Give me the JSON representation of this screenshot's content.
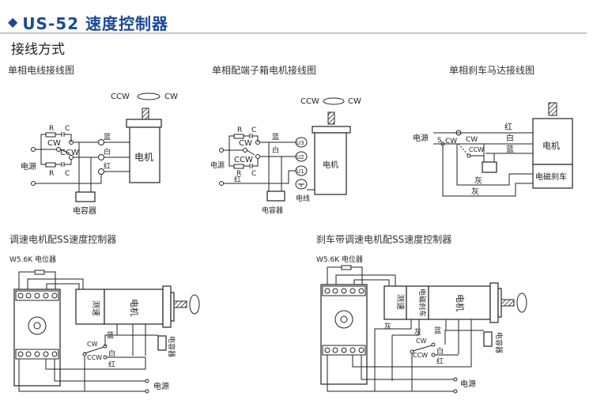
{
  "header": {
    "icon": "diamond",
    "title": "US-52 速度控制器",
    "accent_color": "#1a4a96"
  },
  "section_title": "接线方式",
  "diagrams": [
    {
      "title": "单相电线接线图",
      "labels": {
        "ccw": "CCW",
        "cw": "CW",
        "r": "R",
        "c": "C",
        "power": "电源",
        "motor": "电机",
        "capacitor": "电容器",
        "blue": "蓝",
        "white": "白",
        "red": "红"
      }
    },
    {
      "title": "单相配端子箱电机接线图",
      "labels": {
        "ccw": "CCW",
        "cw": "CW",
        "r": "R",
        "c": "C",
        "power": "电源",
        "motor": "电机",
        "capacitor": "电容器",
        "blue": "蓝",
        "white": "白",
        "red": "红",
        "u3": "U3",
        "u2": "U2",
        "u1": "U1",
        "wire": "电线"
      }
    },
    {
      "title": "单相刹车马达接线图",
      "labels": {
        "power": "电源",
        "s": "S",
        "cw": "CW",
        "ccw": "CCW",
        "red": "红",
        "white": "白",
        "blue": "蓝",
        "gray": "灰",
        "motor": "电机",
        "brake": "电磁刹车"
      }
    },
    {
      "title": "调速电机配SS速度控制器",
      "labels": {
        "pot": "W5.6K 电位器",
        "tach": "测速",
        "motor": "电机",
        "blue": "蓝",
        "white": "白",
        "red": "红",
        "cw": "CW",
        "ccw": "CCW",
        "capacitor": "电容器",
        "power": "电源"
      }
    },
    {
      "title": "刹车带调速电机配SS速度控制器",
      "labels": {
        "pot": "W5.6K 电位器",
        "tach": "测速",
        "brake": "电磁刹车",
        "motor": "电机",
        "blue": "蓝",
        "white": "白",
        "red": "红",
        "gray": "灰",
        "cw": "CW",
        "ccw": "CCW",
        "capacitor": "电容器",
        "power": "电源"
      }
    }
  ]
}
